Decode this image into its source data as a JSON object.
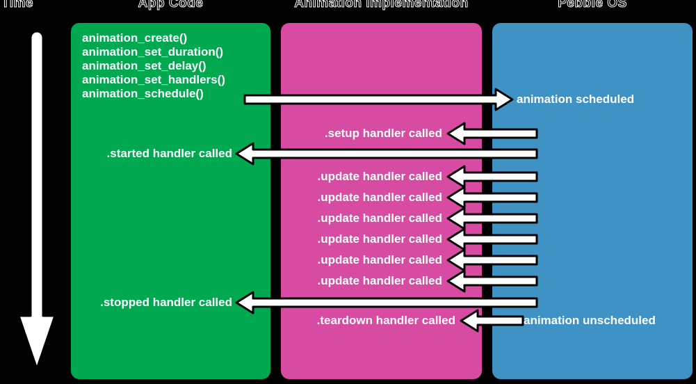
{
  "columns": {
    "time": "Time",
    "app_code": "App Code",
    "animation_implementation": "Animation Implementation",
    "pebble_os": "Pebble OS"
  },
  "colors": {
    "background": "#000000",
    "app_code_lane": "#00a850",
    "animation_lane": "#d74ba2",
    "pebble_os_lane": "#3f92c4",
    "text": "#ffffff",
    "outline": "#000000"
  },
  "app_code_calls": [
    "animation_create()",
    "animation_set_duration()",
    "animation_set_delay()",
    "animation_set_handlers()",
    "animation_schedule()"
  ],
  "events": [
    {
      "id": "animation-scheduled",
      "label": "animation scheduled",
      "lane": "pebble_os",
      "direction": "right",
      "from": "app_code",
      "to": "pebble_os"
    },
    {
      "id": "setup-handler",
      "label": ".setup handler called",
      "lane": "animation_implementation",
      "direction": "left",
      "from": "pebble_os",
      "to": "animation_implementation"
    },
    {
      "id": "started-handler",
      "label": ".started handler called",
      "lane": "app_code",
      "direction": "left",
      "from": "pebble_os",
      "to": "app_code"
    },
    {
      "id": "update-handler-1",
      "label": ".update handler called",
      "lane": "animation_implementation",
      "direction": "left",
      "from": "pebble_os",
      "to": "animation_implementation"
    },
    {
      "id": "update-handler-2",
      "label": ".update handler called",
      "lane": "animation_implementation",
      "direction": "left",
      "from": "pebble_os",
      "to": "animation_implementation"
    },
    {
      "id": "update-handler-3",
      "label": ".update handler called",
      "lane": "animation_implementation",
      "direction": "left",
      "from": "pebble_os",
      "to": "animation_implementation"
    },
    {
      "id": "update-handler-4",
      "label": ".update handler called",
      "lane": "animation_implementation",
      "direction": "left",
      "from": "pebble_os",
      "to": "animation_implementation"
    },
    {
      "id": "update-handler-5",
      "label": ".update handler called",
      "lane": "animation_implementation",
      "direction": "left",
      "from": "pebble_os",
      "to": "animation_implementation"
    },
    {
      "id": "update-handler-6",
      "label": ".update handler called",
      "lane": "animation_implementation",
      "direction": "left",
      "from": "pebble_os",
      "to": "animation_implementation"
    },
    {
      "id": "stopped-handler",
      "label": ".stopped handler called",
      "lane": "app_code",
      "direction": "left",
      "from": "pebble_os",
      "to": "app_code"
    },
    {
      "id": "teardown-handler",
      "label": ".teardown handler called",
      "lane": "animation_implementation",
      "direction": "left",
      "from": "pebble_os",
      "to": "animation_implementation"
    },
    {
      "id": "animation-unscheduled",
      "label": "animation unscheduled",
      "lane": "pebble_os",
      "direction": "none",
      "from": "pebble_os",
      "to": "pebble_os"
    }
  ]
}
